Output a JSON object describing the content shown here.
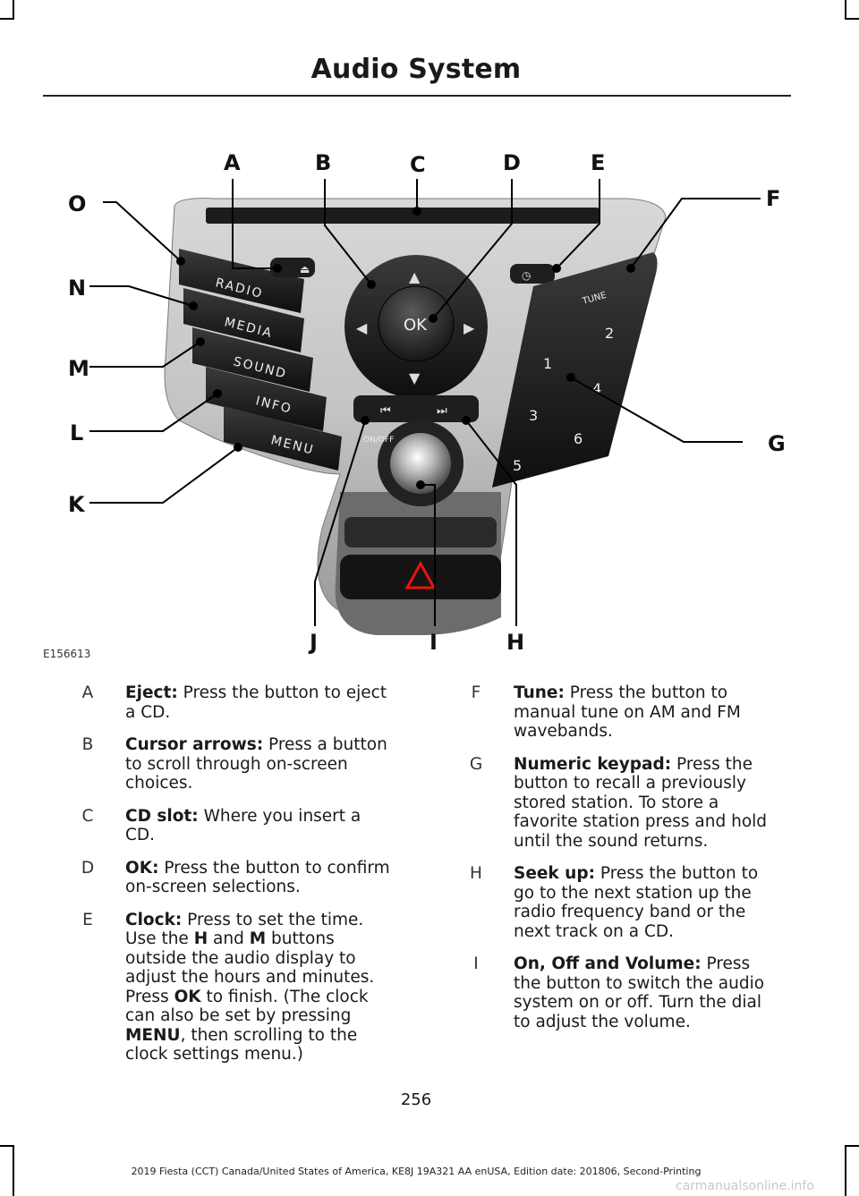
{
  "header": {
    "title": "Audio System"
  },
  "figure": {
    "code": "E156613",
    "callouts": [
      "A",
      "B",
      "C",
      "D",
      "E",
      "F",
      "G",
      "H",
      "I",
      "J",
      "K",
      "L",
      "M",
      "N",
      "O"
    ],
    "button_labels": {
      "radio": "RADIO",
      "media": "MEDIA",
      "sound": "SOUND",
      "info": "INFO",
      "menu": "MENU",
      "tune": "TUNE",
      "ok": "OK",
      "on_off": "ON/OFF",
      "presets": [
        "1",
        "2",
        "3",
        "4",
        "5",
        "6"
      ]
    }
  },
  "items_left": [
    {
      "letter": "A",
      "term": "Eject:",
      "text": " Press the button to eject a CD."
    },
    {
      "letter": "B",
      "term": "Cursor arrows:",
      "text": " Press a button to scroll through on-screen choices."
    },
    {
      "letter": "C",
      "term": "CD slot:",
      "text": " Where you insert a CD."
    },
    {
      "letter": "D",
      "term": "OK:",
      "text": " Press the button to confirm on-screen selections."
    },
    {
      "letter": "E",
      "term": "Clock:",
      "text": " Press to set the time. Use the ",
      "b1": "H",
      "t2": " and ",
      "b2": "M",
      "t3": " buttons outside the audio display to adjust the hours and minutes. Press ",
      "b3": "OK",
      "t4": " to finish. (The clock can also be set by pressing ",
      "b4": "MENU",
      "t5": ", then scrolling to the clock settings menu.)"
    }
  ],
  "items_right": [
    {
      "letter": "F",
      "term": "Tune:",
      "text": " Press the button to manual tune on AM and FM wavebands."
    },
    {
      "letter": "G",
      "term": "Numeric keypad:",
      "text": " Press the button to recall a previously stored station. To store a favorite station press and hold until the sound returns."
    },
    {
      "letter": "H",
      "term": "Seek up:",
      "text": " Press the button to go to the next station up the radio frequency band or the next track on a CD."
    },
    {
      "letter": "I",
      "term": "On, Off and Volume:",
      "text": " Press the button to switch the audio system on or off. Turn the dial to adjust the volume."
    }
  ],
  "page_number": "256",
  "footer": "2019 Fiesta (CCT) Canada/United States of America, KE8J 19A321 AA enUSA, Edition date: 201806, Second-Printing",
  "watermark": "carmanualsonline.info"
}
